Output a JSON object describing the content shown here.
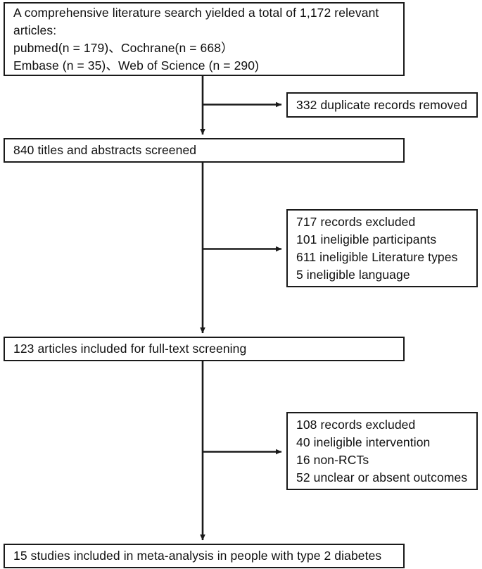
{
  "diagram": {
    "type": "prisma-flow-diagram",
    "colors": {
      "box_border": "#1a1a1a",
      "box_background": "#ffffff",
      "text": "#101010",
      "connector": "#1a1a1a"
    },
    "boxes": {
      "identification": {
        "name": "records-identified-box",
        "lines": [
          "A comprehensive literature search yielded a total of 1,172 relevant",
          "articles:",
          "pubmed(n = 179)、Cochrane(n = 668）",
          "Embase (n = 35)、Web of Science (n = 290)"
        ]
      },
      "duplicates": {
        "name": "duplicates-removed-box",
        "lines": [
          "332 duplicate records removed"
        ]
      },
      "screened": {
        "name": "titles-abstracts-screened-box",
        "lines": [
          "840 titles and abstracts screened"
        ]
      },
      "excluded_screening": {
        "name": "records-excluded-screening-box",
        "lines": [
          "717 records excluded",
          "101 ineligible participants",
          "611 ineligible Literature types",
          "5 ineligible language"
        ]
      },
      "fulltext": {
        "name": "full-text-screening-box",
        "lines": [
          "123 articles included for full-text screening"
        ]
      },
      "excluded_fulltext": {
        "name": "records-excluded-fulltext-box",
        "lines": [
          "108 records excluded",
          "40 ineligible intervention",
          "16 non-RCTs",
          "52 unclear or absent outcomes"
        ]
      },
      "included": {
        "name": "studies-included-box",
        "lines": [
          "15 studies included in meta-analysis in people with type 2 diabetes"
        ]
      }
    },
    "counts": {
      "total_records_identified": 1172,
      "pubmed": 179,
      "cochrane": 668,
      "embase": 35,
      "web_of_science": 290,
      "duplicates_removed": 332,
      "titles_abstracts_screened": 840,
      "records_excluded_at_screening": 717,
      "ineligible_participants": 101,
      "ineligible_literature_types": 611,
      "ineligible_language": 5,
      "articles_full_text_screened": 123,
      "records_excluded_at_full_text": 108,
      "ineligible_intervention": 40,
      "non_rcts": 16,
      "unclear_or_absent_outcomes": 52,
      "studies_included": 15
    }
  }
}
